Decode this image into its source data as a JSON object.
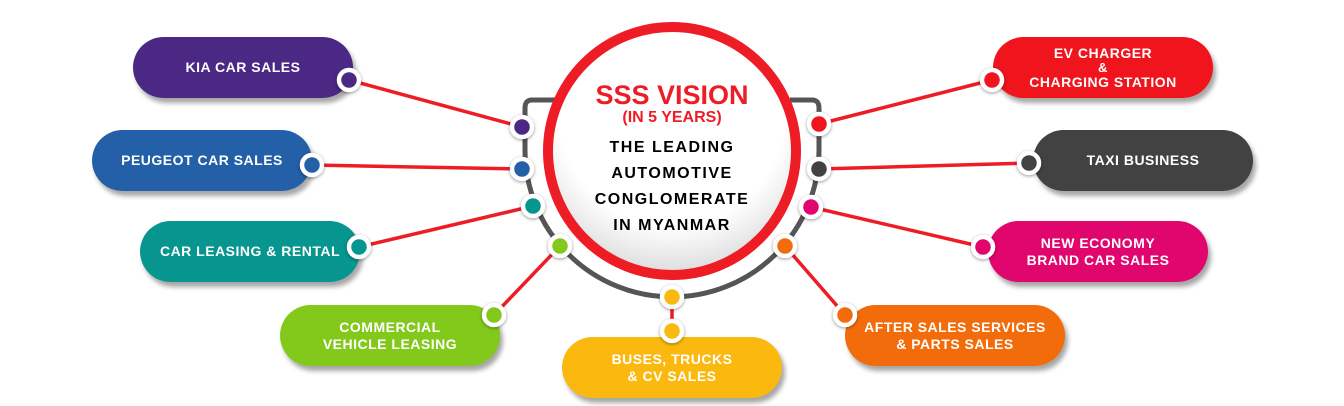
{
  "center": {
    "title": "SSS VISION",
    "subtitle": "(IN 5 YEARS)",
    "lines": [
      "THE LEADING",
      "AUTOMOTIVE",
      "CONGLOMERATE",
      "IN MYANMAR"
    ]
  },
  "nodes": [
    {
      "id": "kia",
      "lines": [
        "KIA CAR SALES"
      ],
      "color": "#4b2884"
    },
    {
      "id": "peugeot",
      "lines": [
        "PEUGEOT CAR SALES"
      ],
      "color": "#2360a8"
    },
    {
      "id": "leasing",
      "lines": [
        "CAR LEASING & RENTAL"
      ],
      "color": "#06968f"
    },
    {
      "id": "commercial",
      "lines": [
        "COMMERCIAL",
        "VEHICLE LEASING"
      ],
      "color": "#83c91c"
    },
    {
      "id": "buses",
      "lines": [
        "BUSES, TRUCKS",
        "& CV SALES"
      ],
      "color": "#fbb90f"
    },
    {
      "id": "aftersales",
      "lines": [
        "AFTER SALES SERVICES",
        "& PARTS SALES"
      ],
      "color": "#f26c0c"
    },
    {
      "id": "neweconomy",
      "lines": [
        "NEW ECONOMY",
        "BRAND CAR SALES"
      ],
      "color": "#e0066e"
    },
    {
      "id": "taxi",
      "lines": [
        "TAXI BUSINESS"
      ],
      "color": "#424242"
    },
    {
      "id": "ev",
      "lines": [
        "EV CHARGER",
        "&",
        "CHARGING STATION"
      ],
      "color": "#f0141c"
    }
  ],
  "colors": {
    "line": "#ee1c25",
    "ring": "#ee1c25",
    "arc": "#555555"
  }
}
